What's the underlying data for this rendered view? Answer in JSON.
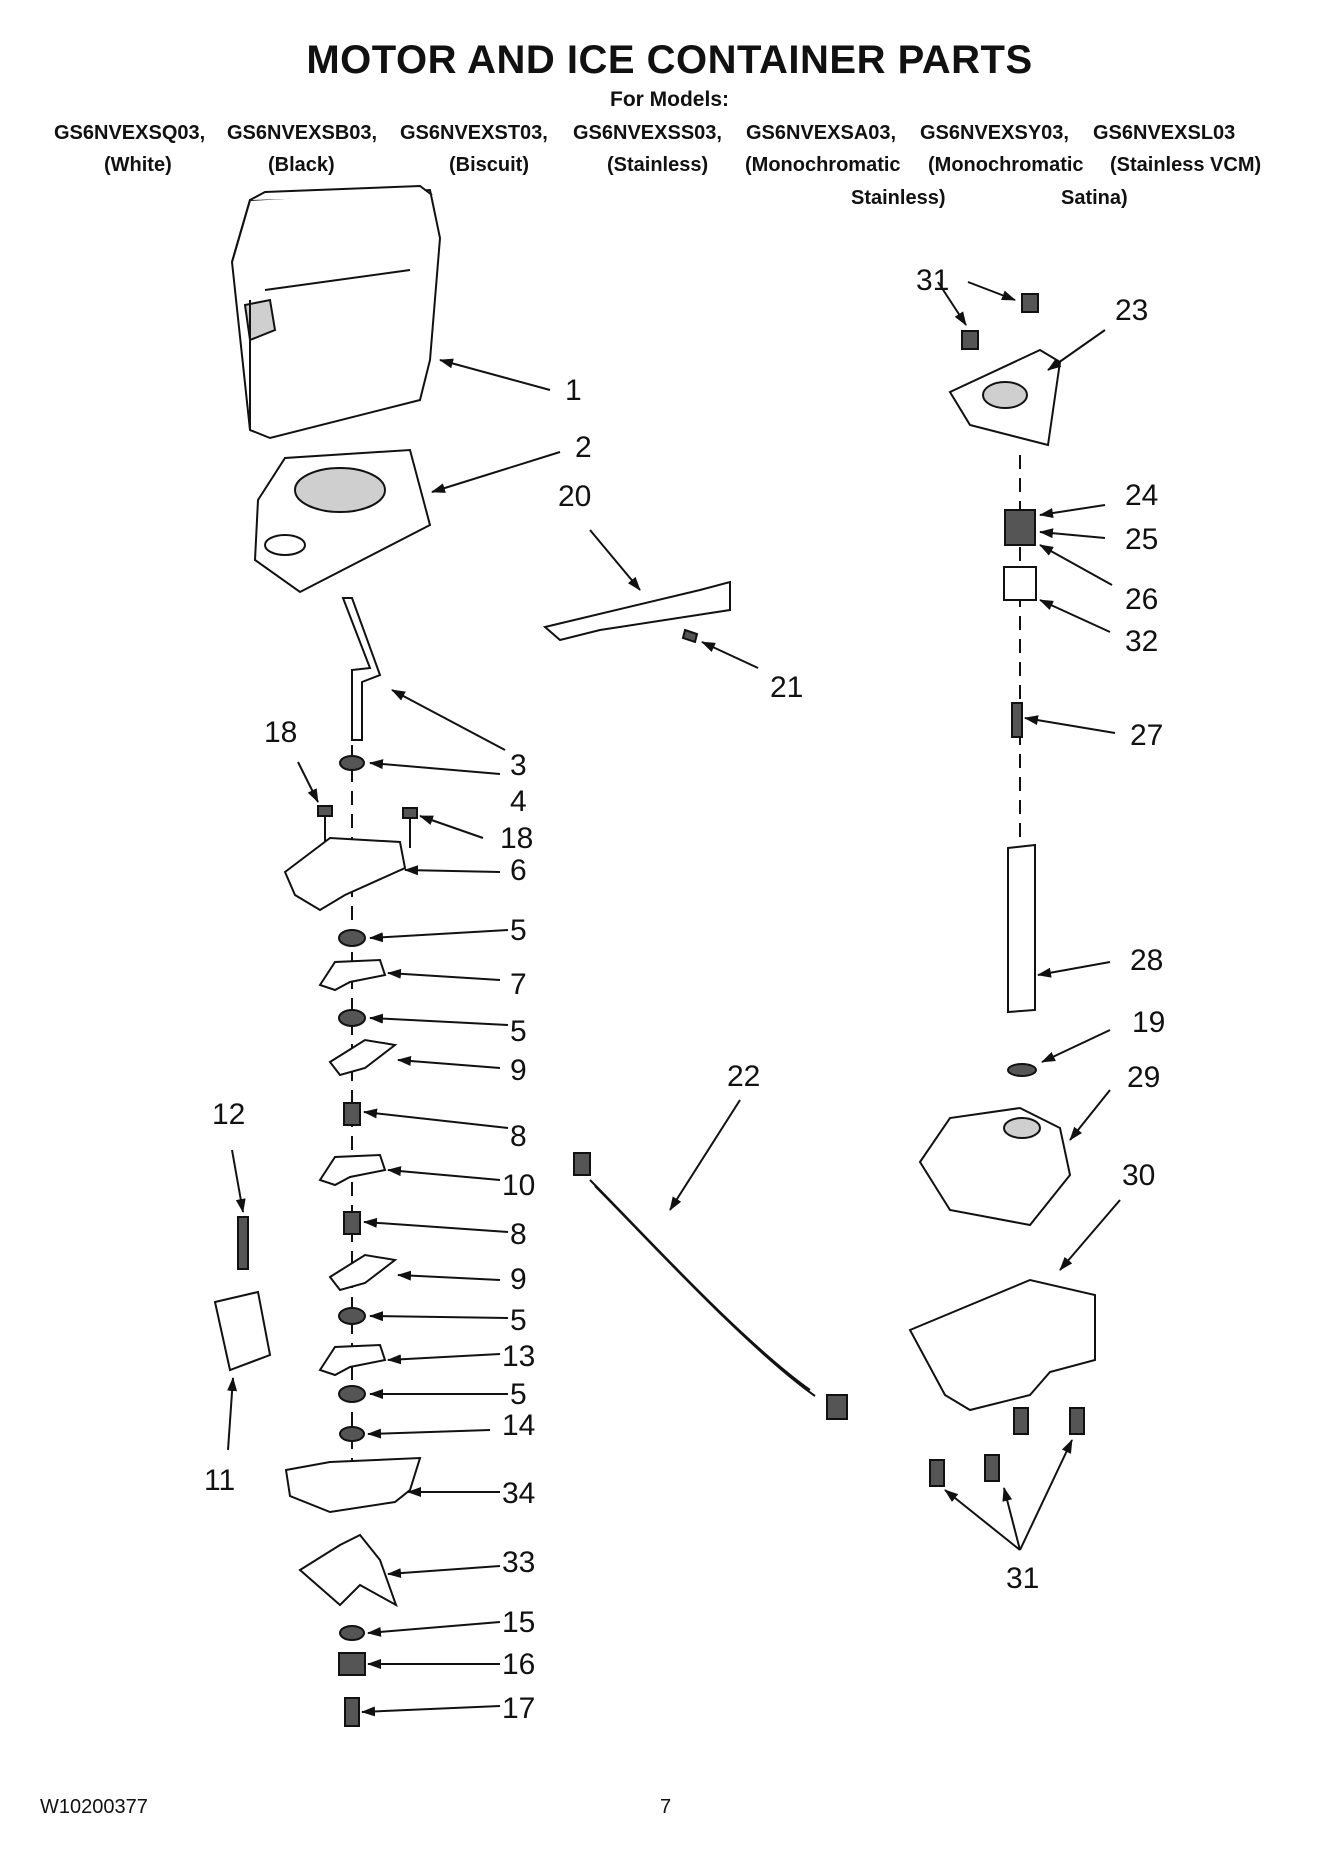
{
  "title": "MOTOR AND ICE CONTAINER PARTS",
  "for_models_label": "For Models:",
  "models": [
    {
      "code": "GS6NVEXSQ03,",
      "variant": "(White)",
      "variant2": ""
    },
    {
      "code": "GS6NVEXSB03,",
      "variant": "(Black)",
      "variant2": ""
    },
    {
      "code": "GS6NVEXST03,",
      "variant": "(Biscuit)",
      "variant2": ""
    },
    {
      "code": "GS6NVEXSS03,",
      "variant": "(Stainless)",
      "variant2": ""
    },
    {
      "code": "GS6NVEXSA03,",
      "variant": "(Monochromatic",
      "variant2": "Stainless)"
    },
    {
      "code": "GS6NVEXSY03,",
      "variant": "(Monochromatic",
      "variant2": "Satina)"
    },
    {
      "code": "GS6NVEXSL03",
      "variant": "(Stainless VCM)",
      "variant2": ""
    }
  ],
  "callouts": {
    "c1": "1",
    "c2": "2",
    "c3": "3",
    "c4": "4",
    "c5a": "5",
    "c5b": "5",
    "c5c": "5",
    "c5d": "5",
    "c6": "6",
    "c7": "7",
    "c8a": "8",
    "c8b": "8",
    "c9a": "9",
    "c9b": "9",
    "c10": "10",
    "c11": "11",
    "c12": "12",
    "c13": "13",
    "c14": "14",
    "c15": "15",
    "c16": "16",
    "c17": "17",
    "c18a": "18",
    "c18b": "18",
    "c19": "19",
    "c20": "20",
    "c21": "21",
    "c22": "22",
    "c23": "23",
    "c24": "24",
    "c25": "25",
    "c26": "26",
    "c27": "27",
    "c28": "28",
    "c29": "29",
    "c30": "30",
    "c31a": "31",
    "c31b": "31",
    "c32": "32",
    "c33": "33",
    "c34": "34"
  },
  "footer": {
    "doc_number": "W10200377",
    "page_number": "7"
  }
}
